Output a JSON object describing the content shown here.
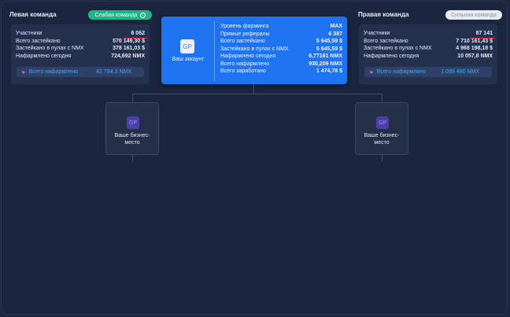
{
  "left_team": {
    "title": "Левая команда",
    "badge": "Слабая команда",
    "rows": [
      {
        "label": "Участники",
        "value": "6 062"
      },
      {
        "label": "Всего застейкано",
        "value": "570 149,30 $"
      },
      {
        "label": "Застейкано в пулах с NMX",
        "value": "378 161,03 $"
      },
      {
        "label": "Нафармлено сегодня",
        "value": "724,692 NMX"
      }
    ],
    "earned_label": "Всего нафармлено",
    "earned_value": "82 784,3 NMX"
  },
  "right_team": {
    "title": "Правая команда",
    "badge": "Сильная команда",
    "rows": [
      {
        "label": "Участники",
        "value": "87 141"
      },
      {
        "label": "Всего застейкано",
        "value": "7 710 161,43 $"
      },
      {
        "label": "Застейкано в пулах с NMX",
        "value": "4 968 198,18 $"
      },
      {
        "label": "Нафармлено сегодня",
        "value": "10 057,8 NMX"
      }
    ],
    "earned_label": "Всего нафармлено",
    "earned_value": "1 089 480 NMX"
  },
  "account": {
    "logo": "GP",
    "label": "Ваш аккаунт",
    "rows": [
      {
        "label": "Уровень фарминга",
        "value": "MAX"
      },
      {
        "label": "Прямые рефералы",
        "value": "6 387"
      },
      {
        "label": "Всего застейкано",
        "value": "5 645,59 $"
      },
      {
        "label": "Застейкано в пулах с NMX",
        "value": "5 645,59 $"
      },
      {
        "label": "Нафармлено сегодня",
        "value": "6,77161 NMX"
      },
      {
        "label": "Всего нафармлено",
        "value": "930,209 NMX"
      },
      {
        "label": "Всего заработано",
        "value": "1 474,78 $"
      }
    ]
  },
  "slots": [
    {
      "logo": "GP",
      "label": "Ваше бизнес-место"
    },
    {
      "logo": "GP",
      "label": "Ваше бизнес-место"
    }
  ],
  "colors": {
    "background": "#1a2540",
    "panel": "#24314e",
    "accent_blue": "#1e73f0",
    "weak_badge": "#1fb58a",
    "earned_text": "#43a6f0",
    "underline": "#e0343a"
  },
  "icons": {
    "earned": "rocket-icon",
    "weak_badge": "info-icon"
  }
}
